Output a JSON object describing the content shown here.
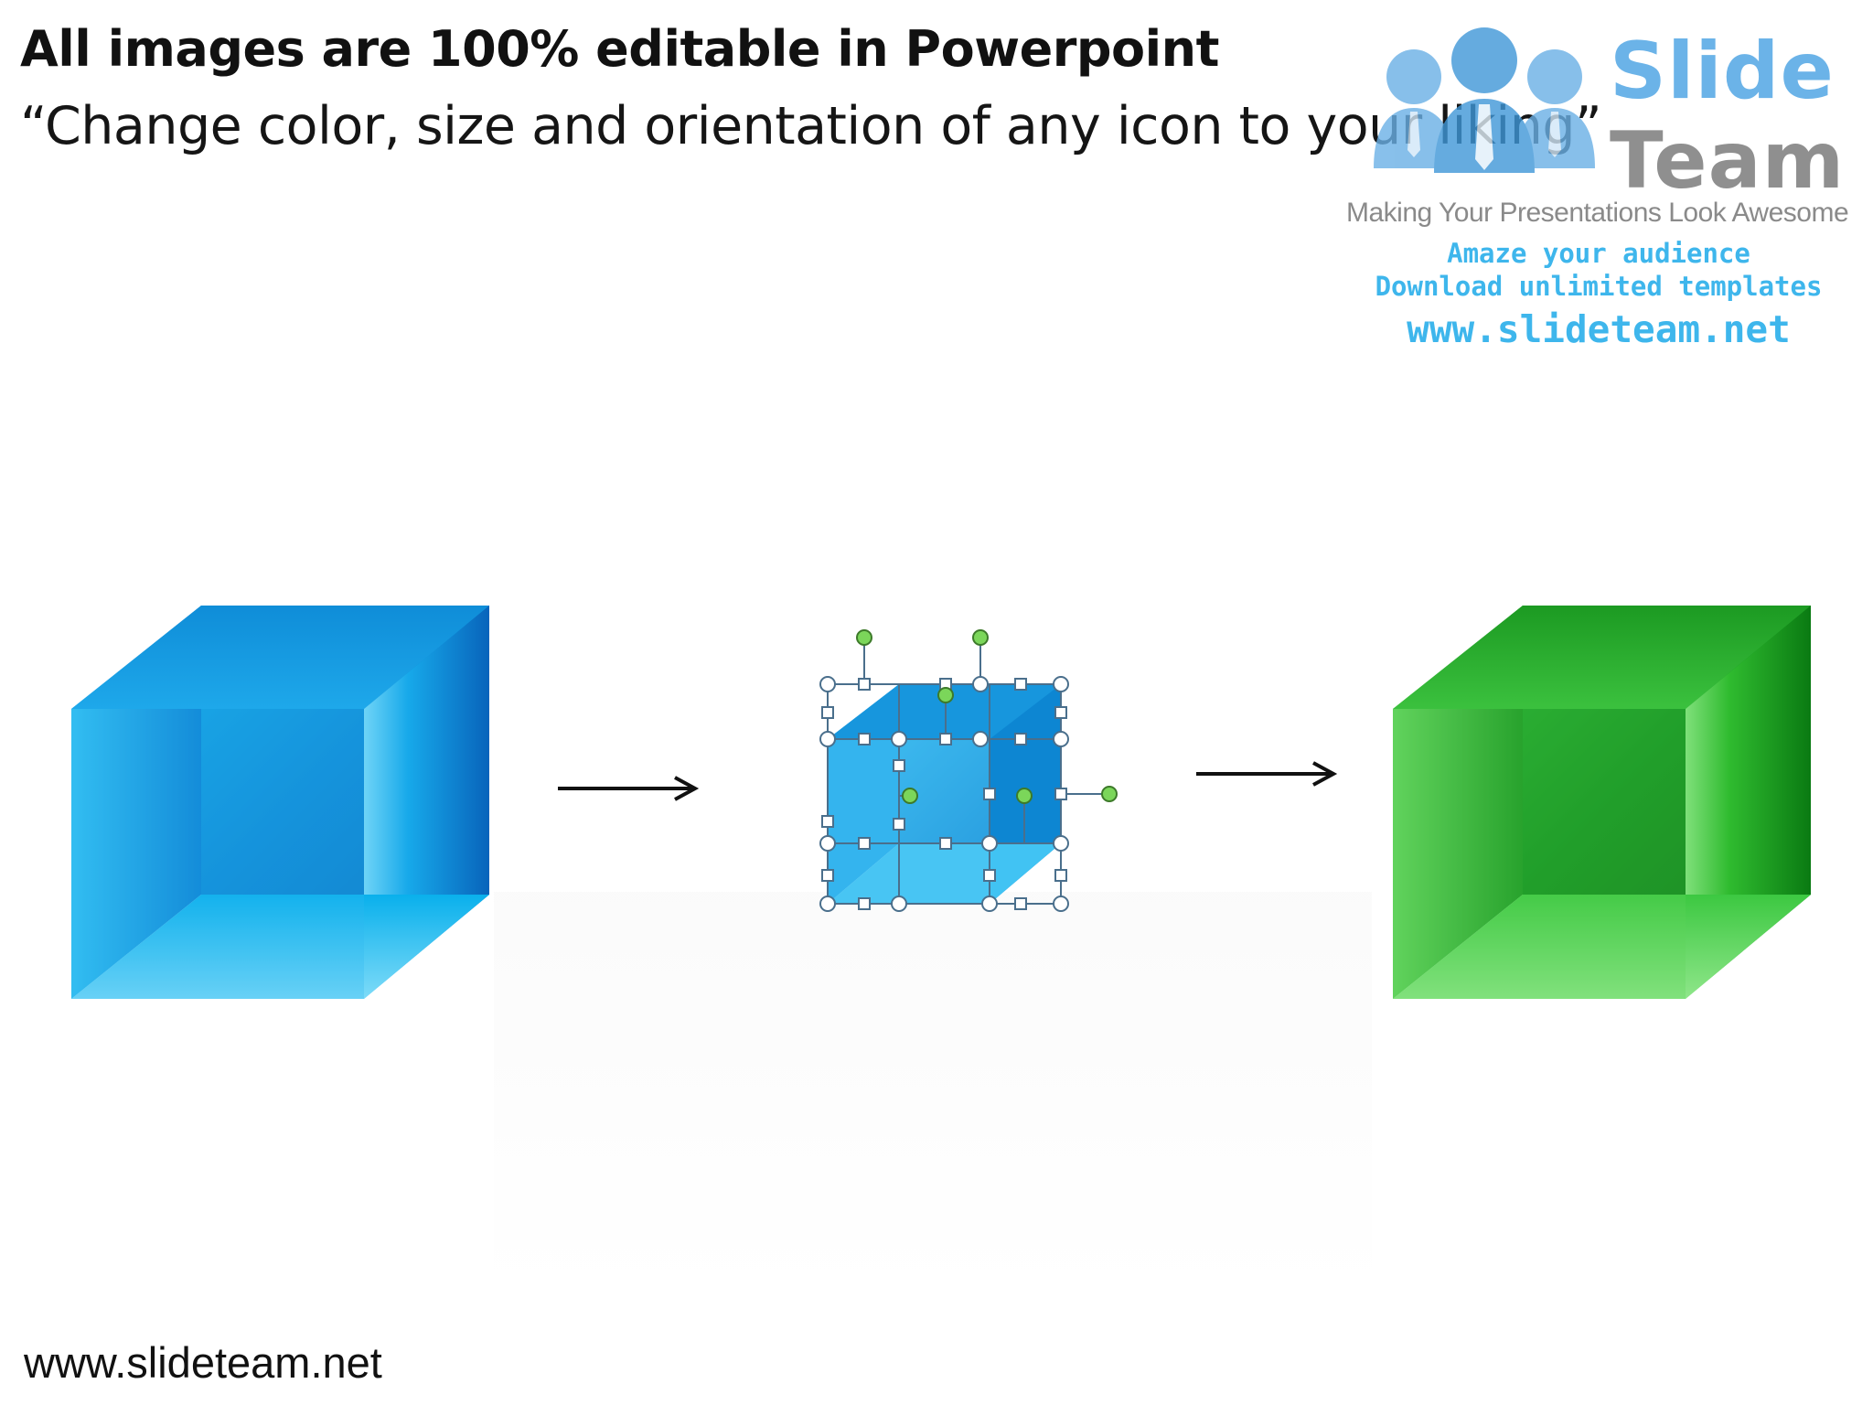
{
  "header": {
    "title": "All images are 100% editable in Powerpoint",
    "subtitle": "“Change color, size and orientation of any icon to your liking”"
  },
  "logo": {
    "word1": "Slide",
    "word2": "Team",
    "tagline": "Making Your Presentations Look Awesome",
    "promo_line1": "Amaze your audience",
    "promo_line2": "Download unlimited templates",
    "promo_url": "www.slideteam.net",
    "colors": {
      "blue": "#6bb3e8",
      "grey": "#8f8f8f",
      "promo": "#3eb6ec"
    }
  },
  "cubes": {
    "left_color": "blue",
    "middle_state": "selected-editable",
    "right_color": "green",
    "colors": {
      "blue": "#1aa3e8",
      "green": "#3fbf3f"
    }
  },
  "footer": {
    "url": "www.slideteam.net"
  }
}
